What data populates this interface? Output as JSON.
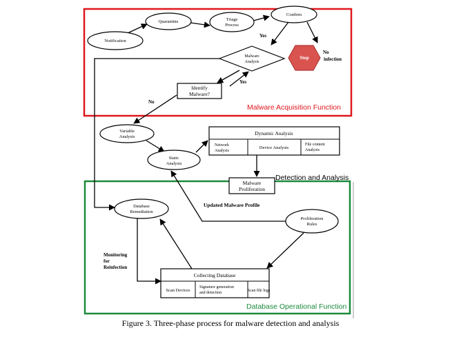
{
  "diagram": {
    "nodes": {
      "notification": "Notification",
      "quarantine": "Quarantine",
      "triage_line1": "Triage",
      "triage_line2": "Process",
      "confirm": "Confirm",
      "malware_analysis_line1": "Malware",
      "malware_analysis_line2": "Analysis",
      "stop": "Stop",
      "identify_line1": "Identify",
      "identify_line2": "Malware?",
      "variable_line1": "Variable",
      "variable_line2": "Analysis",
      "static_line1": "Static",
      "static_line2": "Analysis",
      "dynamic_title": "Dynamic Analysis",
      "network_line1": "Network",
      "network_line2": "Analysis",
      "device_analysis": "Device Analysis",
      "file_content_line1": "File content",
      "file_content_line2": "Analysis",
      "proliferation_line1": "Malware",
      "proliferation_line2": "Proliferation",
      "db_remediation_line1": "Database",
      "db_remediation_line2": "Remediation",
      "prolif_rules_line1": "Proliferation",
      "prolif_rules_line2": "Rules",
      "collecting_title": "Collecting Database",
      "scan_devices": "Scan Devices",
      "signature_line1": "Signature generation",
      "signature_line2": "and detection",
      "scan_file_logs": "Scan file logs"
    },
    "labels": {
      "yes_confirm": "Yes",
      "no_infection_line1": "No",
      "no_infection_line2": "infection",
      "yes_identify": "Yes",
      "no_identify": "No",
      "updated_profile": "Updated Malware Profile",
      "monitoring_line1": "Monitoring",
      "monitoring_line2": "for",
      "monitoring_line3": "Reinfection"
    },
    "regions": {
      "acquisition": "Malware Acquisition Function",
      "detection": "Detection and Analysis",
      "operational": "Database Operational Function"
    },
    "colors": {
      "acquisition": "#e0161b",
      "operational": "#1a8a3a",
      "stop": "#d9534f"
    }
  },
  "caption": "Figure 3. Three-phase process for malware detection and analysis"
}
